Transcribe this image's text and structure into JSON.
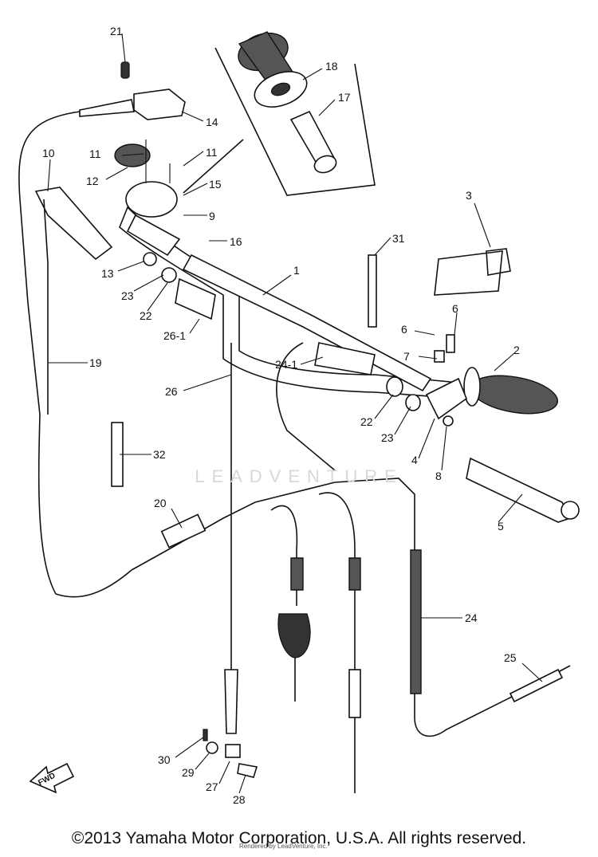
{
  "callouts": [
    "21",
    "18",
    "17",
    "14",
    "11",
    "10",
    "11",
    "12",
    "15",
    "9",
    "16",
    "31",
    "3",
    "13",
    "1",
    "23",
    "22",
    "26-1",
    "6",
    "6",
    "7",
    "2",
    "24-1",
    "19",
    "26",
    "22",
    "23",
    "4",
    "8",
    "32",
    "5",
    "20",
    "24",
    "25",
    "30",
    "29",
    "27",
    "28"
  ],
  "fwd_label": "FWD",
  "watermark": "LEADVENTURE",
  "small_credit": "Rendered by LeadVenture, Inc.",
  "copyright": "©2013 Yamaha Motor Corporation, U.S.A. All rights reserved."
}
